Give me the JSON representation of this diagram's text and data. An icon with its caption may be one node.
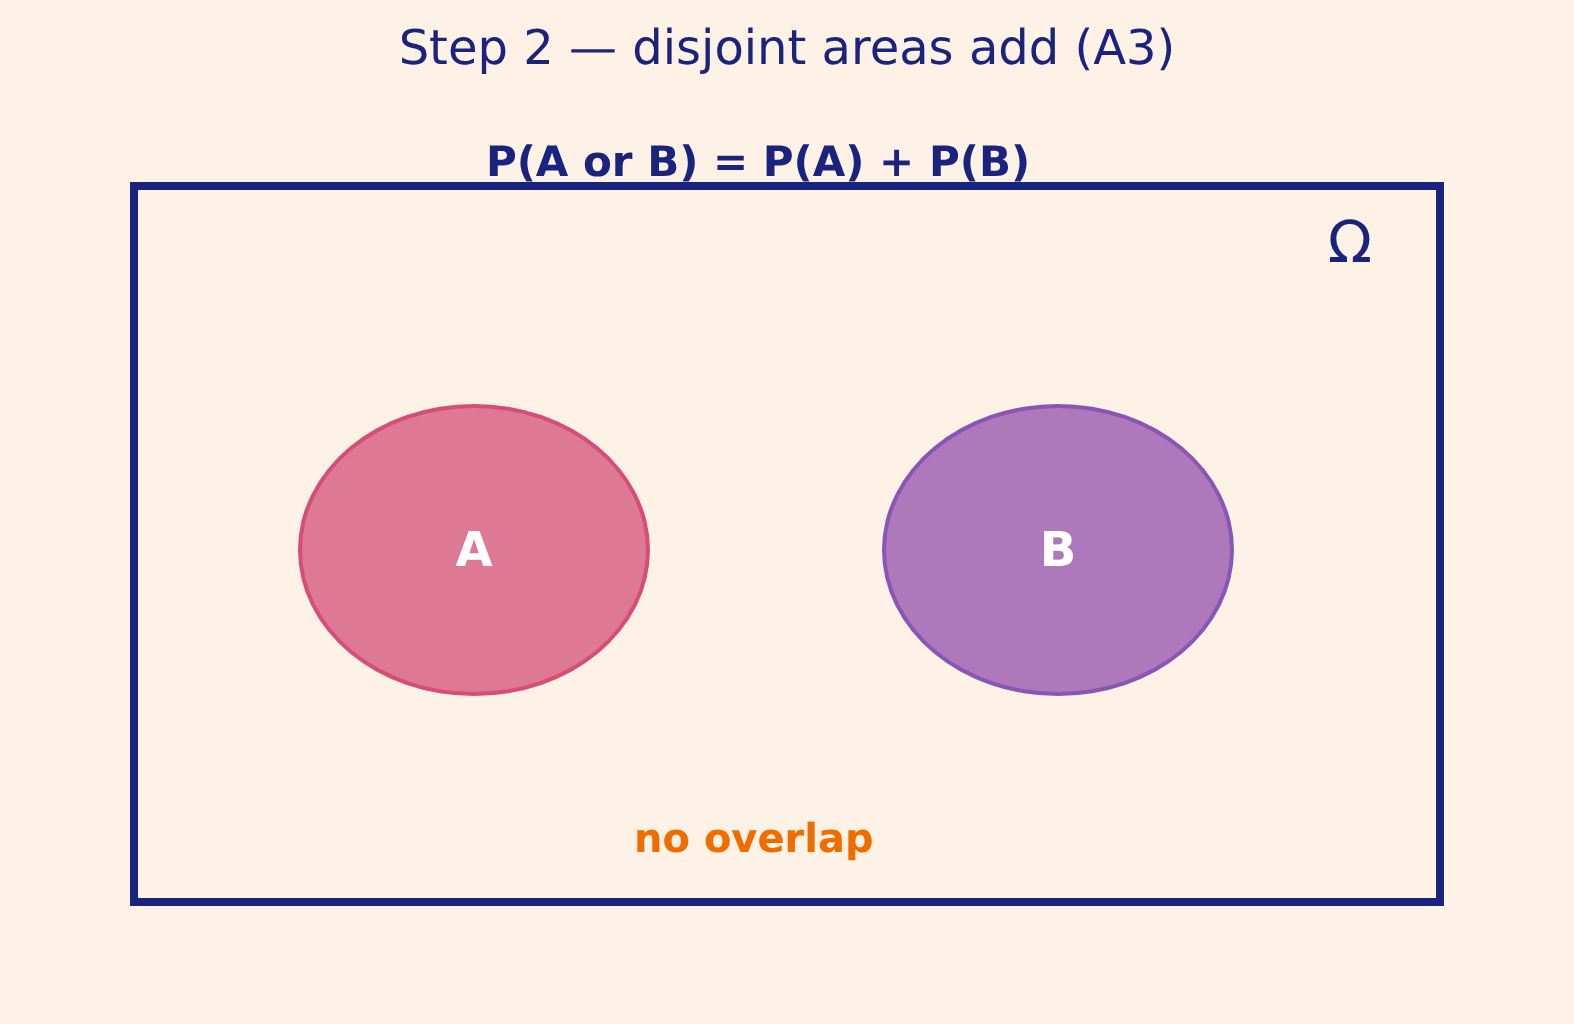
{
  "diagram": {
    "title": "Step 2 — disjoint areas add (A3)",
    "nodes": [
      {
        "text": [
          "Ω",
          "no overlap"
        ]
      },
      {
        "text": [
          "A"
        ],
        "in": 0
      },
      {
        "text": [
          "B"
        ],
        "in": 0
      }
    ],
    "labels": [
      "P(A or B) = P(A) + P(B)"
    ]
  }
}
